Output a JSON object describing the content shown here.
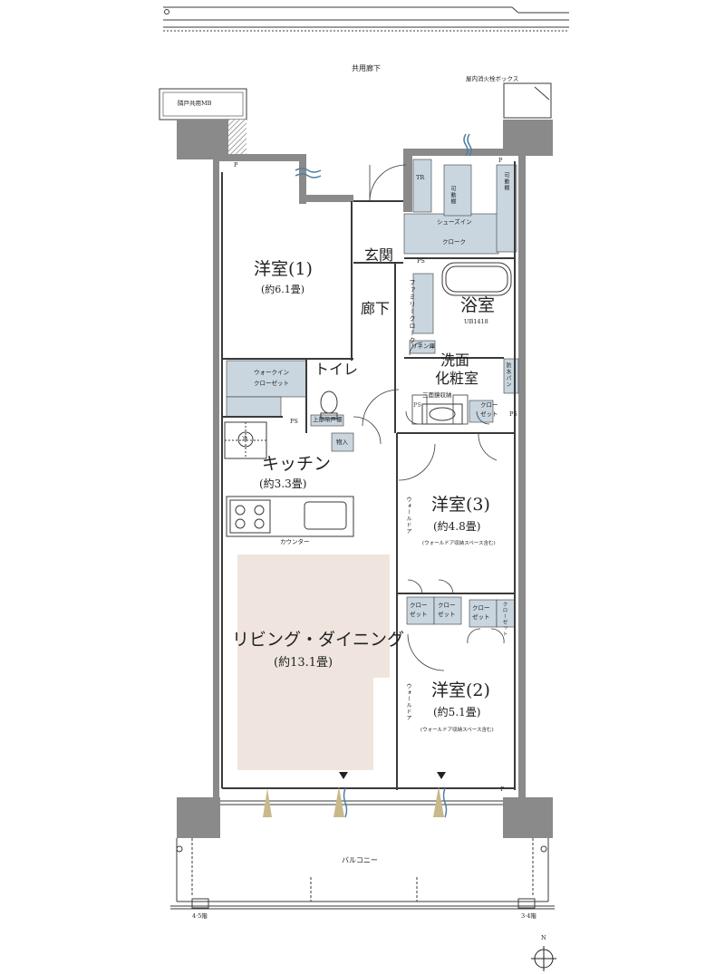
{
  "labels": {
    "corridor": "共用廊下",
    "hydrant": "屋内消火栓ボックス",
    "neighbor_mb": "隣戸共用MB",
    "room1": "洋室(1)",
    "room1_area": "(約6.1畳)",
    "entrance": "玄関",
    "hall": "廊下",
    "bath": "浴室",
    "bath_size": "UB1418",
    "washroom1": "洗面",
    "washroom2": "化粧室",
    "toilet": "トイレ",
    "wic1": "ウォークイン",
    "wic2": "クローゼット",
    "shoes1": "シューズイン",
    "shoes2": "クローク",
    "family_cl": "ファミリークローク",
    "movable": "可動棚",
    "linen": "リネン庫",
    "waterproof": "防水パン",
    "upper_shelf": "上部吊戸棚",
    "storage3": "三面鏡収納",
    "closet_a": "クロー",
    "closet_b": "ゼット",
    "closet_v": "クローゼット",
    "storage": "物入",
    "kitchen": "キッチン",
    "kitchen_area": "(約3.3畳)",
    "counter": "カウンター",
    "ld": "リビング・ダイニング",
    "ld_area": "(約13.1畳)",
    "room3": "洋室(3)",
    "room3_area": "(約4.8畳)",
    "room3_note": "(ウォールドア収納スペース含む)",
    "room2": "洋室(2)",
    "room2_area": "(約5.1畳)",
    "room2_note": "(ウォールドア収納スペース含む)",
    "wall_door": "ウォールドア",
    "balcony": "バルコニー",
    "ps": "PS",
    "tr": "TR",
    "p": "P",
    "ref": "冷",
    "evac_left": "4·5階",
    "evac_right": "3·4階",
    "north": "N"
  },
  "colors": {
    "wall": "#8a8a8a",
    "wall_dark": "#6e6e6e",
    "storage": "#c9d6df",
    "ld_floor": "#efe5de",
    "line": "#3a3a3a",
    "breeze": "#4f7fa3",
    "light": "#c9b88a"
  }
}
